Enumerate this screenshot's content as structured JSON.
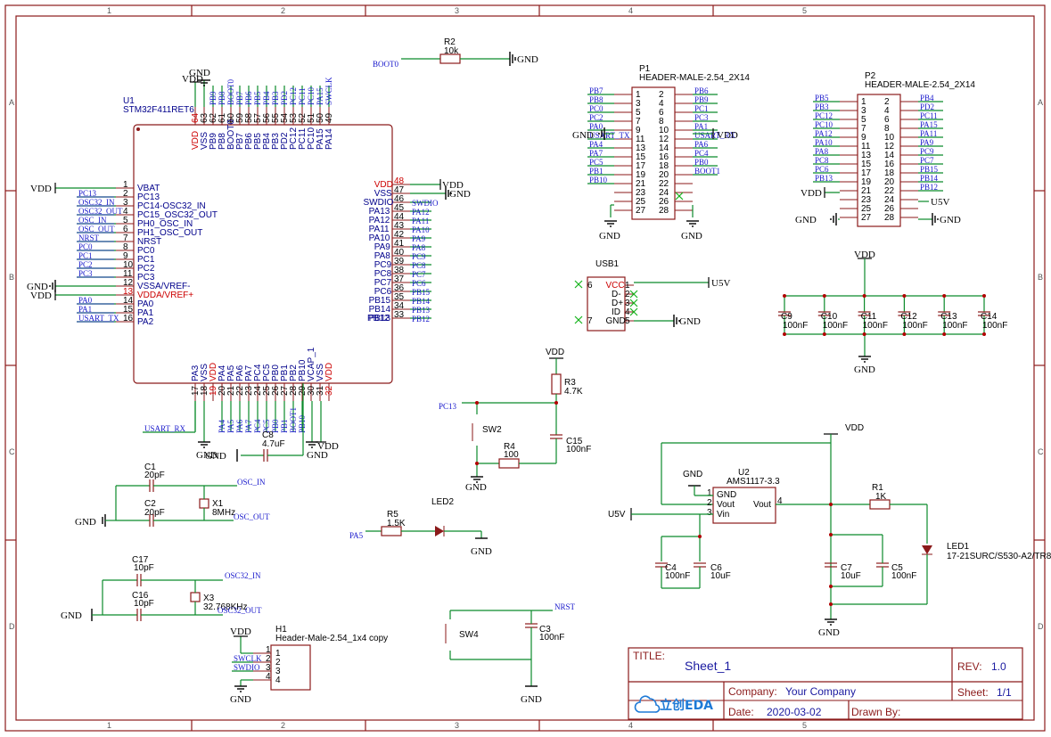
{
  "zones": {
    "cols": [
      "1",
      "2",
      "3",
      "4",
      "5"
    ],
    "rows": [
      "A",
      "B",
      "C",
      "D"
    ]
  },
  "mcu": {
    "ref": "U1",
    "part": "STM32F411RET6",
    "left_pins": [
      {
        "num": "1",
        "name": "VBAT",
        "net": "VDD"
      },
      {
        "num": "2",
        "name": "PC13",
        "net": "PC13"
      },
      {
        "num": "3",
        "name": "PC14-OSC32_IN",
        "net": "OSC32_IN"
      },
      {
        "num": "4",
        "name": "PC15_OSC32_OUT",
        "net": "OSC32_OUT"
      },
      {
        "num": "5",
        "name": "PH0_OSC_IN",
        "net": "OSC_IN"
      },
      {
        "num": "6",
        "name": "PH1_OSC_OUT",
        "net": "OSC_OUT"
      },
      {
        "num": "7",
        "name": "NRST",
        "net": "NRST"
      },
      {
        "num": "8",
        "name": "PC0",
        "net": "PC0"
      },
      {
        "num": "9",
        "name": "PC1",
        "net": "PC1"
      },
      {
        "num": "10",
        "name": "PC2",
        "net": "PC2"
      },
      {
        "num": "11",
        "name": "PC3",
        "net": "PC3"
      },
      {
        "num": "12",
        "name": "VSSA/VREF-",
        "net": "GND"
      },
      {
        "num": "13",
        "name": "VDDA/VREF+",
        "net": "VDD"
      },
      {
        "num": "14",
        "name": "PA0",
        "net": "PA0"
      },
      {
        "num": "15",
        "name": "PA1",
        "net": "PA1"
      },
      {
        "num": "16",
        "name": "PA2",
        "net": "USART_TX"
      }
    ],
    "right_pins": [
      {
        "num": "48",
        "name": "VDD",
        "net": "VDD"
      },
      {
        "num": "47",
        "name": "VSS",
        "net": "GND"
      },
      {
        "num": "46",
        "name": "SWDIO",
        "net": "SWDIO"
      },
      {
        "num": "45",
        "name": "PA13",
        "net": "PA12"
      },
      {
        "num": "44",
        "name": "PA12",
        "net": "PA11"
      },
      {
        "num": "43",
        "name": "PA11",
        "net": "PA10"
      },
      {
        "num": "42",
        "name": "PA10",
        "net": "PA9"
      },
      {
        "num": "41",
        "name": "PA9",
        "net": "PA8"
      },
      {
        "num": "40",
        "name": "PA8",
        "net": "PC9"
      },
      {
        "num": "39",
        "name": "PC9",
        "net": "PC8"
      },
      {
        "num": "38",
        "name": "PC8",
        "net": "PC7"
      },
      {
        "num": "37",
        "name": "PC7",
        "net": "PC6"
      },
      {
        "num": "36",
        "name": "PC6",
        "net": "PB15"
      },
      {
        "num": "35",
        "name": "PB15",
        "net": "PB14"
      },
      {
        "num": "34",
        "name": "PB14",
        "net": "PB13"
      },
      {
        "num": "33",
        "name": "PB13",
        "net": "PB12"
      }
    ],
    "right_extra": {
      "num": "",
      "name": "PB12"
    },
    "top_pins": [
      {
        "num": "64",
        "name": "VDD",
        "net": "VDD"
      },
      {
        "num": "63",
        "name": "VSS",
        "net": "GND"
      },
      {
        "num": "62",
        "name": "PB9",
        "net": "PB9"
      },
      {
        "num": "61",
        "name": "PB8",
        "net": "PB8"
      },
      {
        "num": "60",
        "name": "BOOT0",
        "net": "BOOT0"
      },
      {
        "num": "59",
        "name": "PB7",
        "net": "PB7"
      },
      {
        "num": "58",
        "name": "PB6",
        "net": "PB6"
      },
      {
        "num": "57",
        "name": "PB5",
        "net": "PB5"
      },
      {
        "num": "56",
        "name": "PB4",
        "net": "PB4"
      },
      {
        "num": "55",
        "name": "PB3",
        "net": "PB3"
      },
      {
        "num": "54",
        "name": "PD2",
        "net": "PD2"
      },
      {
        "num": "53",
        "name": "PC12",
        "net": "PC12"
      },
      {
        "num": "52",
        "name": "PC11",
        "net": "PC11"
      },
      {
        "num": "51",
        "name": "PC10",
        "net": "PC10"
      },
      {
        "num": "50",
        "name": "PA15",
        "net": "PA15"
      },
      {
        "num": "49",
        "name": "PA14",
        "net": "SWCLK"
      }
    ],
    "bottom_pins": [
      {
        "num": "17",
        "name": "PA3",
        "net": "USART_RX"
      },
      {
        "num": "18",
        "name": "VSS",
        "net": "GND"
      },
      {
        "num": "19",
        "name": "VDD",
        "net": ""
      },
      {
        "num": "20",
        "name": "PA4",
        "net": "PA4"
      },
      {
        "num": "21",
        "name": "PA5",
        "net": "PA5"
      },
      {
        "num": "22",
        "name": "PA6",
        "net": "PA6"
      },
      {
        "num": "23",
        "name": "PA7",
        "net": "PA7"
      },
      {
        "num": "24",
        "name": "PC4",
        "net": "PC4"
      },
      {
        "num": "25",
        "name": "PC5",
        "net": "PC5"
      },
      {
        "num": "26",
        "name": "PB0",
        "net": "PB0"
      },
      {
        "num": "27",
        "name": "PB1",
        "net": "PB1"
      },
      {
        "num": "28",
        "name": "PB2",
        "net": "BOOT1"
      },
      {
        "num": "29",
        "name": "PB10",
        "net": "PB10"
      },
      {
        "num": "30",
        "name": "VCAP_1",
        "net": ""
      },
      {
        "num": "31",
        "name": "VSS",
        "net": ""
      },
      {
        "num": "32",
        "name": "VDD",
        "net": ""
      }
    ]
  },
  "power": {
    "vdd": "VDD",
    "gnd": "GND",
    "u5v": "U5V"
  },
  "r2": {
    "ref": "R2",
    "val": "10k",
    "net": "BOOT0"
  },
  "p1": {
    "ref": "P1",
    "part": "HEADER-MALE-2.54_2X14",
    "left_nets": [
      "PB7",
      "PB8",
      "PC0",
      "PC2",
      "PA0",
      "USART_TX",
      "PA4",
      "PA7",
      "PC5",
      "PB1",
      "PB10",
      "",
      "",
      ""
    ],
    "right_nets": [
      "PB6",
      "PB9",
      "PC1",
      "PC3",
      "PA1",
      "USART_RX",
      "PA6",
      "PC4",
      "PB0",
      "BOOT1",
      "",
      "",
      "",
      ""
    ],
    "left_nums": [
      "1",
      "3",
      "5",
      "7",
      "9",
      "11",
      "13",
      "15",
      "17",
      "19",
      "21",
      "23",
      "25",
      "27"
    ],
    "right_nums": [
      "2",
      "4",
      "6",
      "8",
      "10",
      "12",
      "14",
      "16",
      "18",
      "20",
      "22",
      "24",
      "26",
      "28"
    ]
  },
  "p2": {
    "ref": "P2",
    "part": "HEADER-MALE-2.54_2X14",
    "left_nets": [
      "PB5",
      "PB3",
      "PC12",
      "PC10",
      "PA12",
      "PA10",
      "PA8",
      "PC8",
      "PC6",
      "PB13",
      "",
      "",
      "",
      ""
    ],
    "right_nets": [
      "PB4",
      "PD2",
      "PC11",
      "PA15",
      "PA11",
      "PA9",
      "PC9",
      "PC7",
      "PB15",
      "PB14",
      "PB12",
      "",
      "",
      ""
    ],
    "left_nums": [
      "1",
      "3",
      "5",
      "7",
      "9",
      "11",
      "13",
      "15",
      "17",
      "19",
      "21",
      "23",
      "25",
      "27"
    ],
    "right_nums": [
      "2",
      "4",
      "6",
      "8",
      "10",
      "12",
      "14",
      "16",
      "18",
      "20",
      "22",
      "24",
      "26",
      "28"
    ]
  },
  "usb": {
    "ref": "USB1",
    "pins": [
      {
        "num": "1",
        "name": "VCC"
      },
      {
        "num": "2",
        "name": "D-"
      },
      {
        "num": "3",
        "name": "D+"
      },
      {
        "num": "4",
        "name": "ID"
      },
      {
        "num": "5",
        "name": "GND"
      }
    ],
    "extra": [
      "6",
      "7"
    ]
  },
  "decoupling": [
    {
      "ref": "C9",
      "val": "100nF"
    },
    {
      "ref": "C10",
      "val": "100nF"
    },
    {
      "ref": "C11",
      "val": "100nF"
    },
    {
      "ref": "C12",
      "val": "100nF"
    },
    {
      "ref": "C13",
      "val": "100nF"
    },
    {
      "ref": "C14",
      "val": "100nF"
    }
  ],
  "reset_boot": {
    "r3": {
      "ref": "R3",
      "val": "4.7K"
    },
    "r4": {
      "ref": "R4",
      "val": "100"
    },
    "c15": {
      "ref": "C15",
      "val": "100nF"
    },
    "sw2": "SW2",
    "net": "PC13"
  },
  "ldo": {
    "ref": "U2",
    "part": "AMS1117-3.3",
    "pins": [
      {
        "num": "1",
        "name": "GND"
      },
      {
        "num": "2",
        "name": "Vout"
      },
      {
        "num": "3",
        "name": "Vin"
      },
      {
        "num": "4",
        "name": "Vout"
      }
    ],
    "r1": {
      "ref": "R1",
      "val": "1K"
    },
    "c4": {
      "ref": "C4",
      "val": "100nF"
    },
    "c6": {
      "ref": "C6",
      "val": "10uF"
    },
    "c7": {
      "ref": "C7",
      "val": "10uF"
    },
    "c5": {
      "ref": "C5",
      "val": "100nF"
    },
    "led1": {
      "ref": "LED1",
      "part": "17-21SURC/S530-A2/TR8"
    }
  },
  "hse": {
    "c1": {
      "ref": "C1",
      "val": "20pF"
    },
    "c2": {
      "ref": "C2",
      "val": "20pF"
    },
    "x1": {
      "ref": "X1",
      "val": "8MHz"
    },
    "in": "OSC_IN",
    "out": "OSC_OUT"
  },
  "c8": {
    "ref": "C8",
    "val": "4.7uF"
  },
  "led2": {
    "r5": {
      "ref": "R5",
      "val": "1.5K"
    },
    "ref": "LED2",
    "net": "PA5"
  },
  "lse": {
    "c17": {
      "ref": "C17",
      "val": "10pF"
    },
    "c16": {
      "ref": "C16",
      "val": "10pF"
    },
    "x3": {
      "ref": "X3",
      "val": "32.768KHz"
    },
    "in": "OSC32_IN",
    "out": "OSC32_OUT"
  },
  "rst": {
    "sw4": "SW4",
    "c3": {
      "ref": "C3",
      "val": "100nF"
    },
    "net": "NRST"
  },
  "h1": {
    "ref": "H1",
    "part": "Header-Male-2.54_1x4 copy",
    "nets": [
      "",
      "SWCLK",
      "SWDIO",
      ""
    ],
    "nums": [
      "1",
      "2",
      "3",
      "4"
    ]
  },
  "title_block": {
    "title_label": "TITLE:",
    "title": "Sheet_1",
    "rev_label": "REV:",
    "rev": "1.0",
    "company_label": "Company:",
    "company": "Your Company",
    "sheet_label": "Sheet:",
    "sheet": "1/1",
    "date_label": "Date:",
    "date": "2020-03-02",
    "drawn_label": "Drawn By:",
    "drawn": "",
    "logo": "立创EDA"
  }
}
